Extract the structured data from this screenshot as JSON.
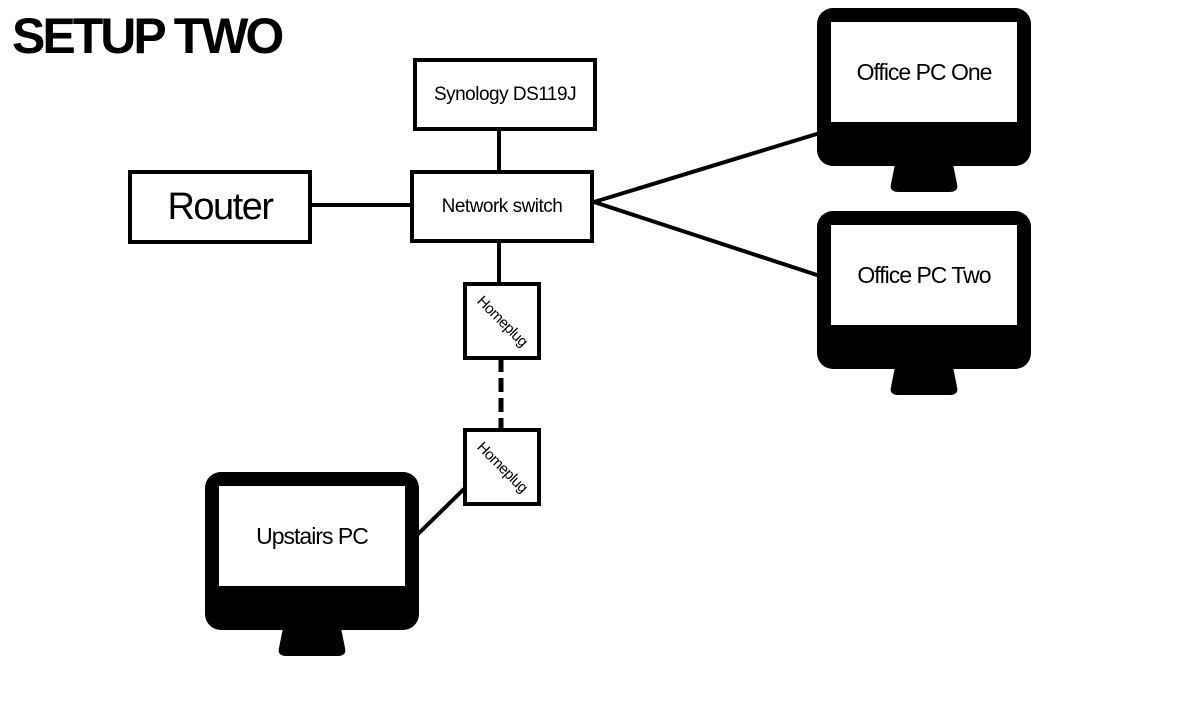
{
  "title": "SETUP TWO",
  "nodes": {
    "router": {
      "label": "Router"
    },
    "nas": {
      "label": "Synology DS119J"
    },
    "switch": {
      "label": "Network switch"
    },
    "homeplug_1": {
      "label": "Homeplug"
    },
    "homeplug_2": {
      "label": "Homeplug"
    },
    "office_pc_one": {
      "label": "Office PC One",
      "icon": "monitor-icon"
    },
    "office_pc_two": {
      "label": "Office PC Two",
      "icon": "monitor-icon"
    },
    "upstairs_pc": {
      "label": "Upstairs PC",
      "icon": "monitor-icon"
    }
  },
  "connections": [
    {
      "from": "router",
      "to": "switch",
      "style": "solid"
    },
    {
      "from": "nas",
      "to": "switch",
      "style": "solid"
    },
    {
      "from": "switch",
      "to": "office_pc_one",
      "style": "solid"
    },
    {
      "from": "switch",
      "to": "office_pc_two",
      "style": "solid"
    },
    {
      "from": "switch",
      "to": "homeplug_1",
      "style": "solid"
    },
    {
      "from": "homeplug_1",
      "to": "homeplug_2",
      "style": "dashed"
    },
    {
      "from": "homeplug_2",
      "to": "upstairs_pc",
      "style": "solid"
    }
  ],
  "colors": {
    "stroke": "#000000",
    "background": "#ffffff"
  }
}
